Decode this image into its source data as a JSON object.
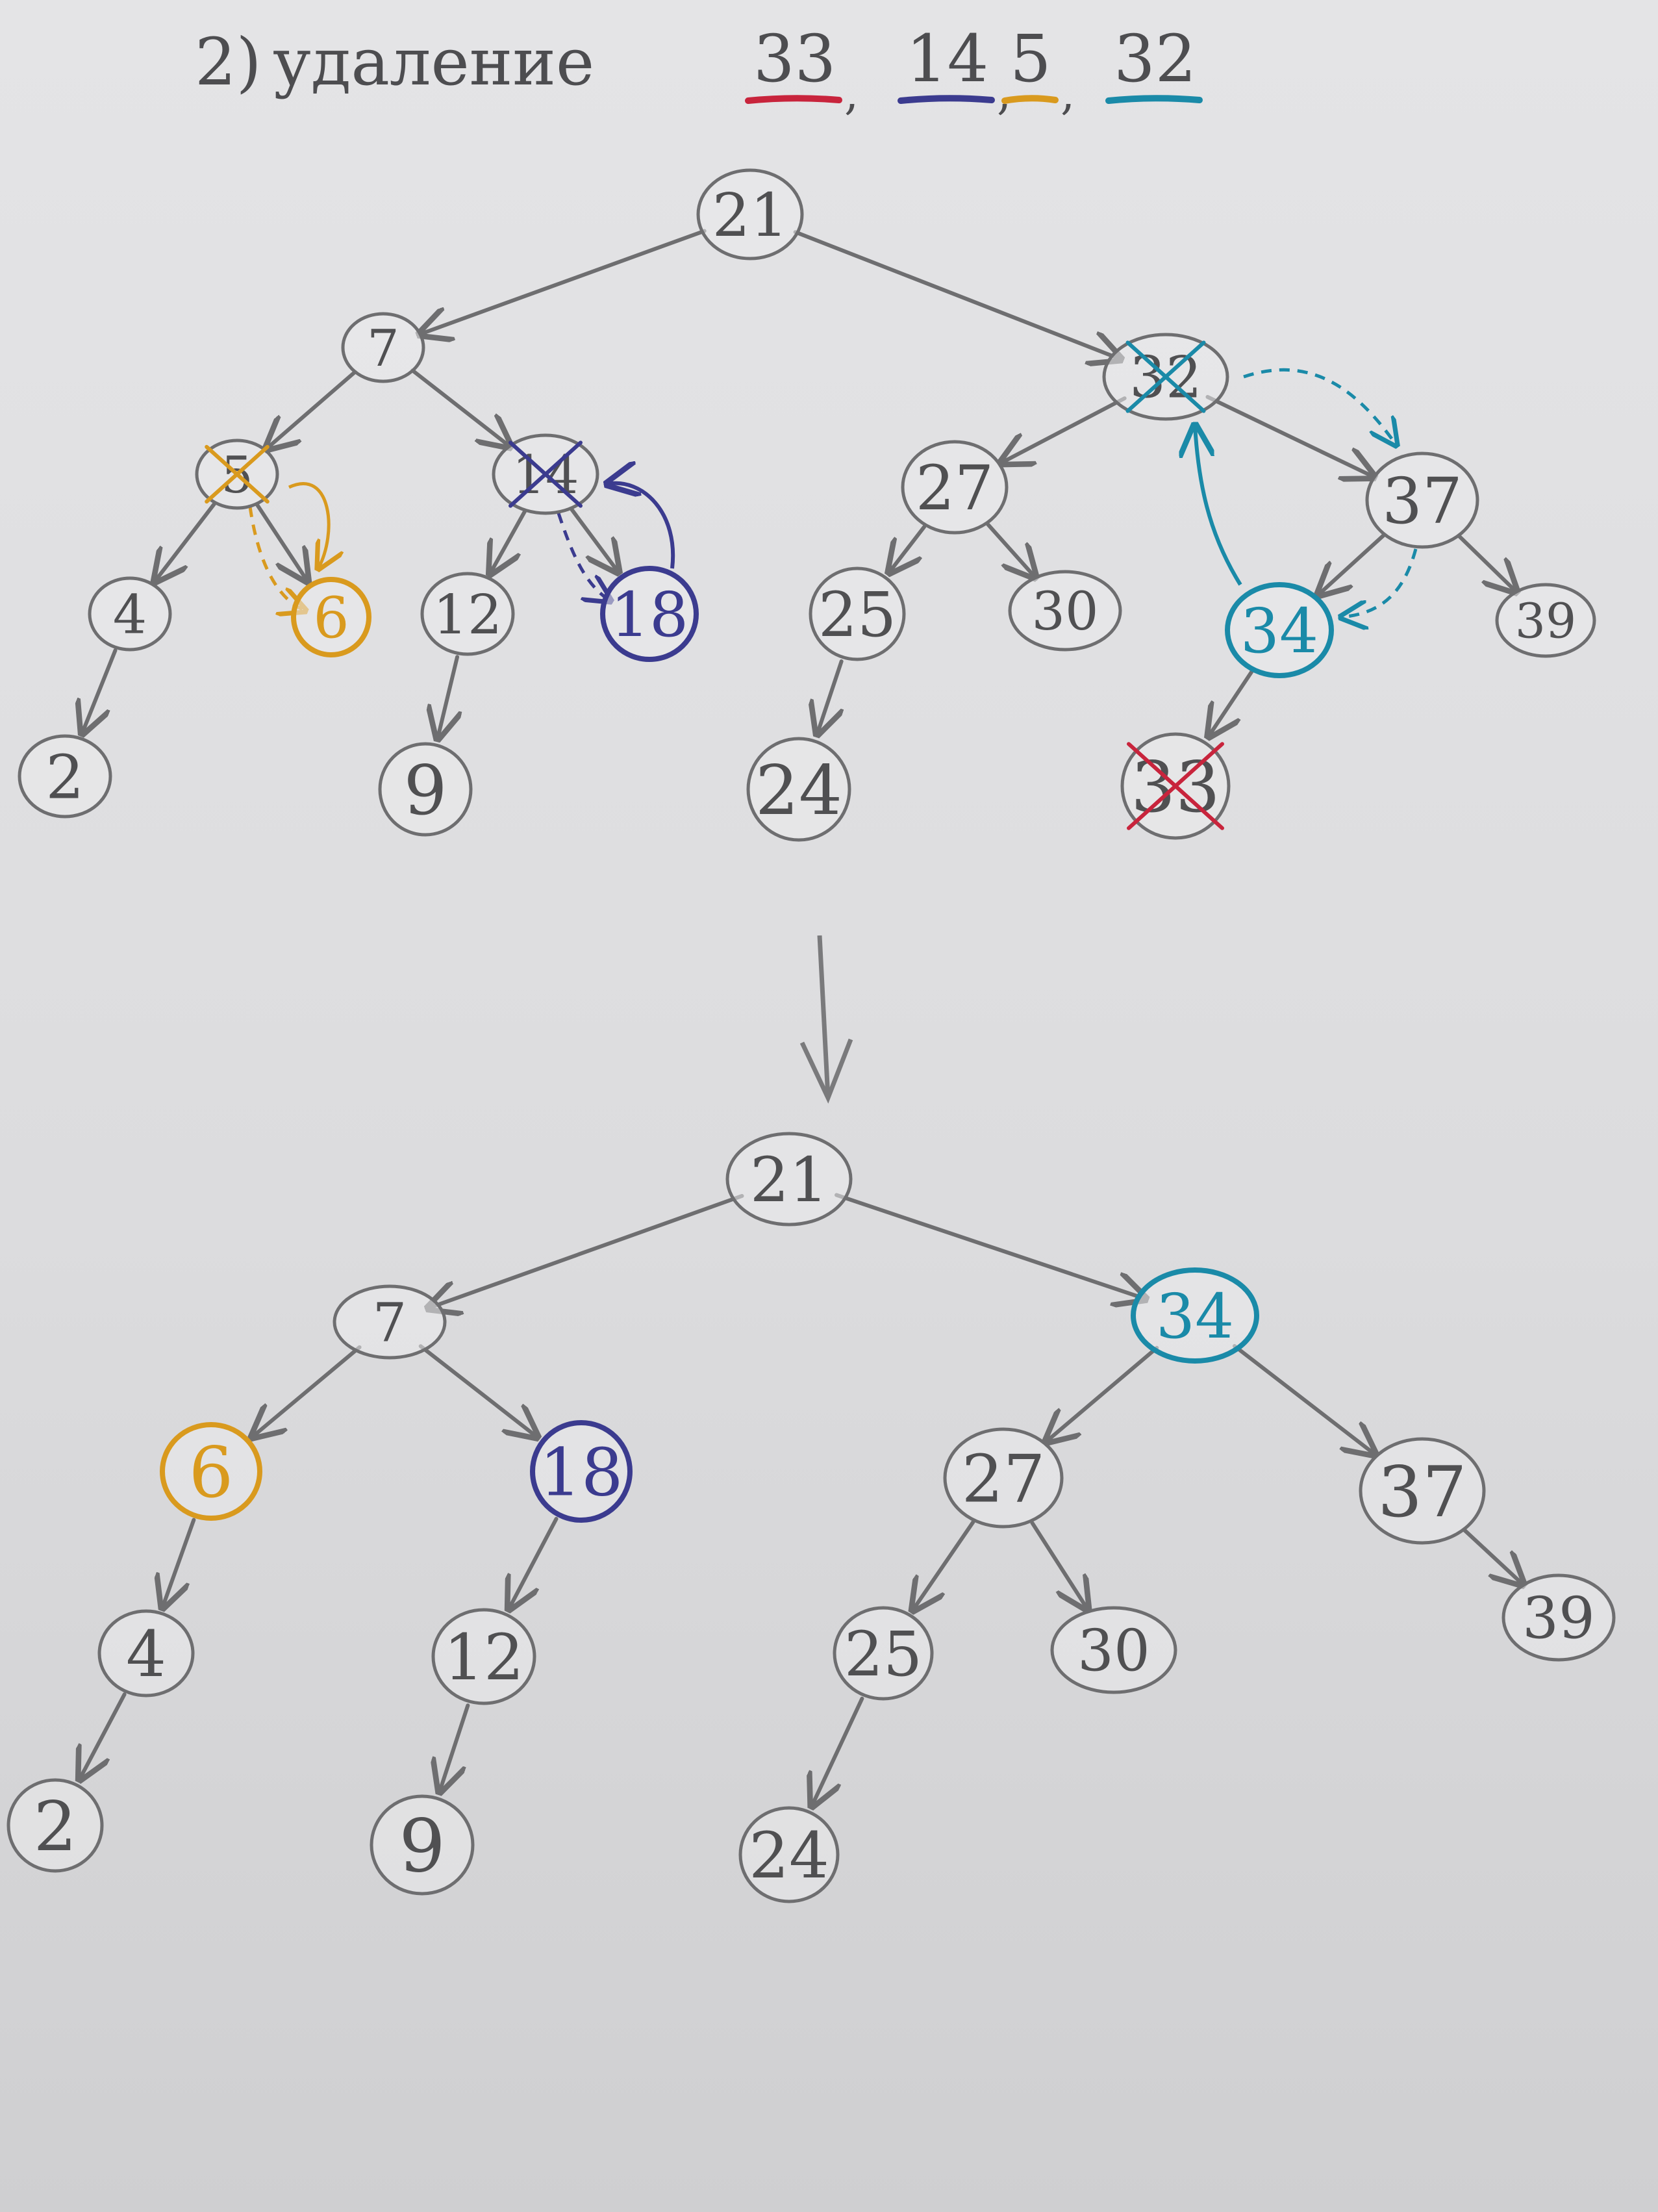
{
  "title": {
    "prefix": "2)",
    "word": "удаление",
    "sequence": [
      {
        "text": "33",
        "color": "#c8243c"
      },
      {
        "text": "14",
        "color": "#3b3b8f"
      },
      {
        "text": "5",
        "color": "#d99a1e"
      },
      {
        "text": "32",
        "color": "#1a8aa8"
      }
    ],
    "separator": ","
  },
  "colors": {
    "pencil": "#6e6e70",
    "red": "#c8243c",
    "navy": "#3b3b8f",
    "orange": "#d99a1e",
    "teal": "#1a8aa8"
  },
  "tree_before": {
    "nodes": [
      {
        "id": "b21",
        "label": "21"
      },
      {
        "id": "b7",
        "label": "7"
      },
      {
        "id": "b5",
        "label": "5",
        "crossed": "orange"
      },
      {
        "id": "b14",
        "label": "14",
        "crossed": "navy"
      },
      {
        "id": "b4",
        "label": "4"
      },
      {
        "id": "b6",
        "label": "6",
        "highlight": "orange"
      },
      {
        "id": "b12",
        "label": "12"
      },
      {
        "id": "b18",
        "label": "18",
        "highlight": "navy"
      },
      {
        "id": "b2",
        "label": "2"
      },
      {
        "id": "b9",
        "label": "9"
      },
      {
        "id": "b32",
        "label": "32",
        "crossed": "teal"
      },
      {
        "id": "b27",
        "label": "27"
      },
      {
        "id": "b37",
        "label": "37"
      },
      {
        "id": "b25",
        "label": "25"
      },
      {
        "id": "b30",
        "label": "30"
      },
      {
        "id": "b34",
        "label": "34",
        "highlight": "teal",
        "filled": true
      },
      {
        "id": "b39",
        "label": "39"
      },
      {
        "id": "b24",
        "label": "24"
      },
      {
        "id": "b33",
        "label": "33",
        "crossed": "red"
      }
    ],
    "edges": [
      [
        "b21",
        "b7"
      ],
      [
        "b21",
        "b32"
      ],
      [
        "b7",
        "b5"
      ],
      [
        "b7",
        "b14"
      ],
      [
        "b5",
        "b4"
      ],
      [
        "b5",
        "b6"
      ],
      [
        "b4",
        "b2"
      ],
      [
        "b14",
        "b12"
      ],
      [
        "b14",
        "b18"
      ],
      [
        "b12",
        "b9"
      ],
      [
        "b32",
        "b27"
      ],
      [
        "b32",
        "b37"
      ],
      [
        "b27",
        "b25"
      ],
      [
        "b27",
        "b30"
      ],
      [
        "b25",
        "b24"
      ],
      [
        "b37",
        "b34"
      ],
      [
        "b37",
        "b39"
      ],
      [
        "b34",
        "b33"
      ]
    ]
  },
  "tree_after": {
    "nodes": [
      {
        "id": "a21",
        "label": "21"
      },
      {
        "id": "a7",
        "label": "7"
      },
      {
        "id": "a34",
        "label": "34",
        "highlight": "teal"
      },
      {
        "id": "a6",
        "label": "6",
        "highlight": "orange"
      },
      {
        "id": "a18",
        "label": "18",
        "highlight": "navy"
      },
      {
        "id": "a27",
        "label": "27"
      },
      {
        "id": "a37",
        "label": "37"
      },
      {
        "id": "a4",
        "label": "4"
      },
      {
        "id": "a12",
        "label": "12"
      },
      {
        "id": "a25",
        "label": "25"
      },
      {
        "id": "a30",
        "label": "30"
      },
      {
        "id": "a39",
        "label": "39"
      },
      {
        "id": "a2",
        "label": "2"
      },
      {
        "id": "a9",
        "label": "9"
      },
      {
        "id": "a24",
        "label": "24"
      }
    ],
    "edges": [
      [
        "a21",
        "a7"
      ],
      [
        "a21",
        "a34"
      ],
      [
        "a7",
        "a6"
      ],
      [
        "a7",
        "a18"
      ],
      [
        "a6",
        "a4"
      ],
      [
        "a4",
        "a2"
      ],
      [
        "a18",
        "a12"
      ],
      [
        "a12",
        "a9"
      ],
      [
        "a34",
        "a27"
      ],
      [
        "a34",
        "a37"
      ],
      [
        "a27",
        "a25"
      ],
      [
        "a27",
        "a30"
      ],
      [
        "a25",
        "a24"
      ],
      [
        "a37",
        "a39"
      ]
    ]
  }
}
